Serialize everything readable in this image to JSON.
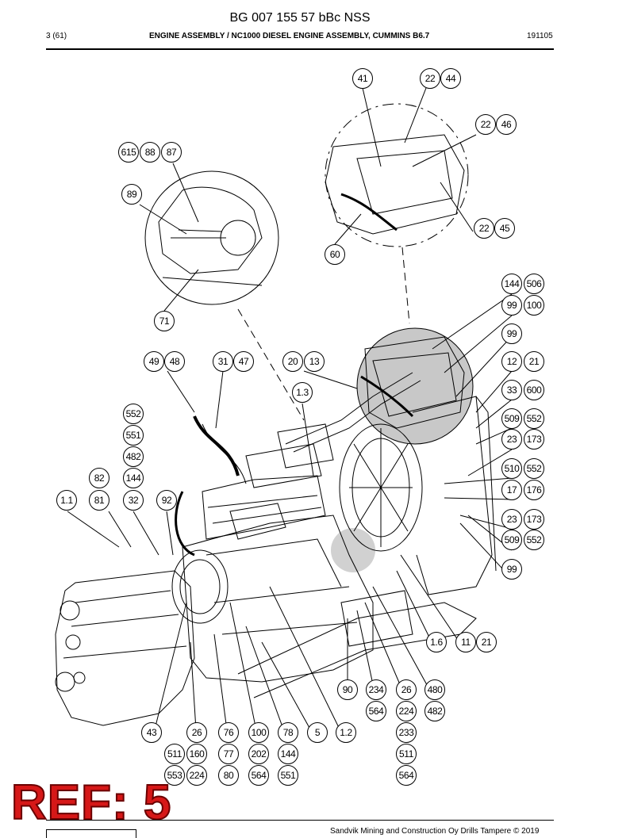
{
  "header": {
    "doc_number": "BG 007 155 57 bBc NSS",
    "page": "3 (61)",
    "title": "ENGINE ASSEMBLY / NC1000 DIESEL ENGINE ASSEMBLY, CUMMINS B6.7",
    "date": "191105"
  },
  "ref_label": "REF: 5",
  "footer": {
    "copyright": "Sandvik Mining and Construction Oy Drills Tampere © 2019"
  },
  "callouts": [
    "41",
    "22",
    "44",
    "22",
    "46",
    "615",
    "88",
    "87",
    "89",
    "22",
    "45",
    "60",
    "71",
    "144",
    "506",
    "99",
    "100",
    "99",
    "49",
    "48",
    "31",
    "47",
    "20",
    "13",
    "12",
    "21",
    "1.3",
    "33",
    "600",
    "552",
    "509",
    "552",
    "551",
    "23",
    "173",
    "482",
    "82",
    "144",
    "510",
    "552",
    "1.1",
    "81",
    "32",
    "92",
    "17",
    "176",
    "23",
    "173",
    "509",
    "552",
    "99",
    "1.6",
    "11",
    "21",
    "90",
    "234",
    "26",
    "480",
    "564",
    "224",
    "482",
    "43",
    "26",
    "76",
    "100",
    "78",
    "5",
    "1.2",
    "233",
    "511",
    "160",
    "77",
    "202",
    "144",
    "511",
    "553",
    "224",
    "80",
    "564",
    "551",
    "564"
  ]
}
